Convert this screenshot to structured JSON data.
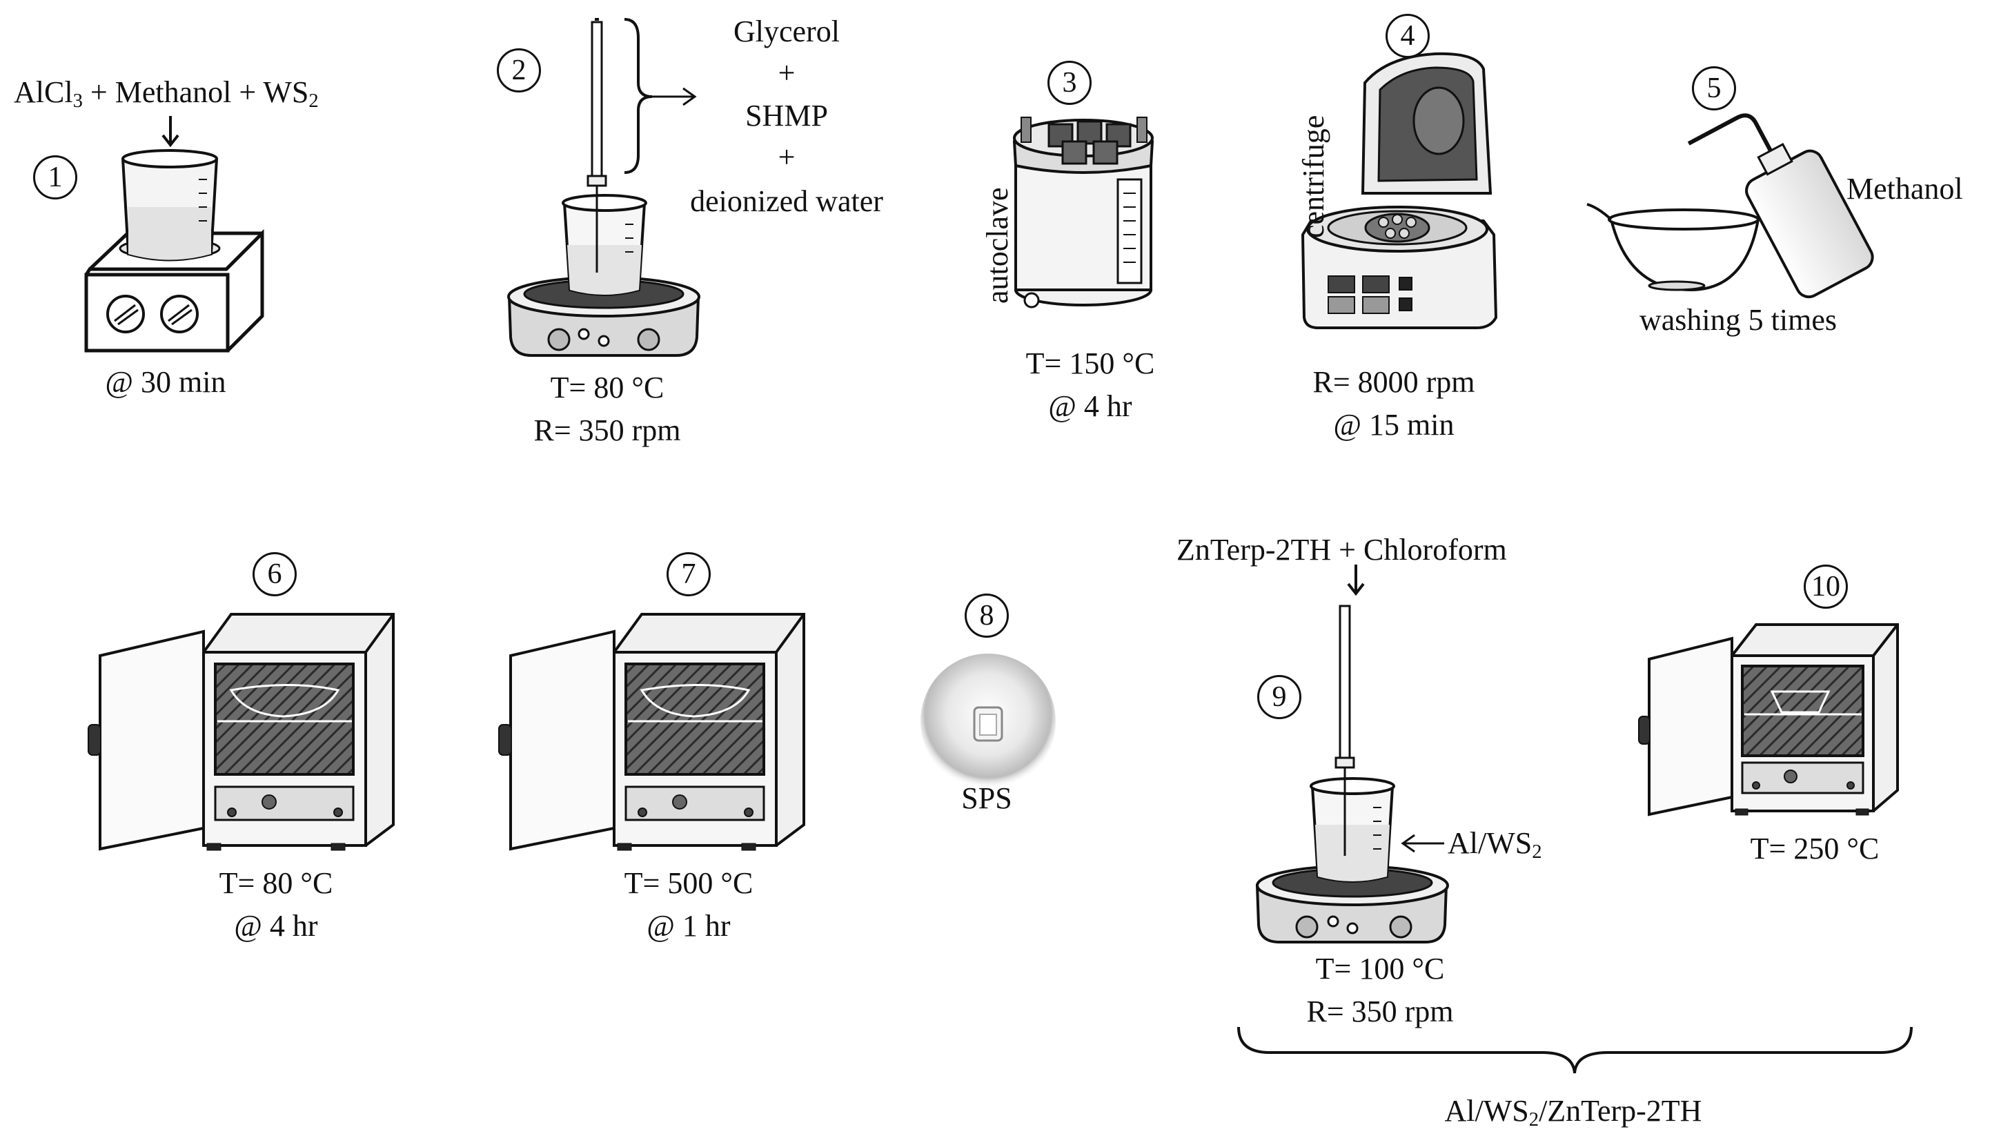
{
  "steps": [
    {
      "number": "1",
      "reagents_prefix": "AlCl",
      "reagents_sub": "3",
      "reagents_mid": " + Methanol  + WS",
      "reagents_sub2": "2",
      "condition_1": "@ 30 min"
    },
    {
      "number": "2",
      "additives": [
        "Glycerol",
        "+",
        "SHMP",
        "+",
        "deionized water"
      ],
      "condition_1": "T= 80 °C",
      "condition_2": "R= 350 rpm"
    },
    {
      "number": "3",
      "device": "autoclave",
      "condition_1": "T= 150 °C",
      "condition_2": "@ 4 hr"
    },
    {
      "number": "4",
      "device": "centrifuge",
      "condition_1": "R= 8000 rpm",
      "condition_2": "@ 15 min"
    },
    {
      "number": "5",
      "reagent": "Methanol",
      "condition_1": "washing  5 times"
    },
    {
      "number": "6",
      "condition_1": "T= 80 °C",
      "condition_2": "@ 4 hr"
    },
    {
      "number": "7",
      "condition_1": "T= 500 °C",
      "condition_2": "@ 1 hr"
    },
    {
      "number": "8",
      "device": "SPS"
    },
    {
      "number": "9",
      "reagents": "ZnTerp-2TH  + Chloroform",
      "content_prefix": "Al/WS",
      "content_sub": "2",
      "condition_1": "T= 100 °C",
      "condition_2": "R= 350 rpm"
    },
    {
      "number": "10",
      "condition_1": "T= 250 °C"
    }
  ],
  "product": {
    "prefix": "Al/WS",
    "sub": "2",
    "suffix": "/ZnTerp-2TH"
  },
  "colors": {
    "ink": "#111111",
    "metal": "#d9d9d9",
    "panel": "#bdbdbd",
    "dark": "#444444",
    "liquid": "#e6e6e6"
  }
}
